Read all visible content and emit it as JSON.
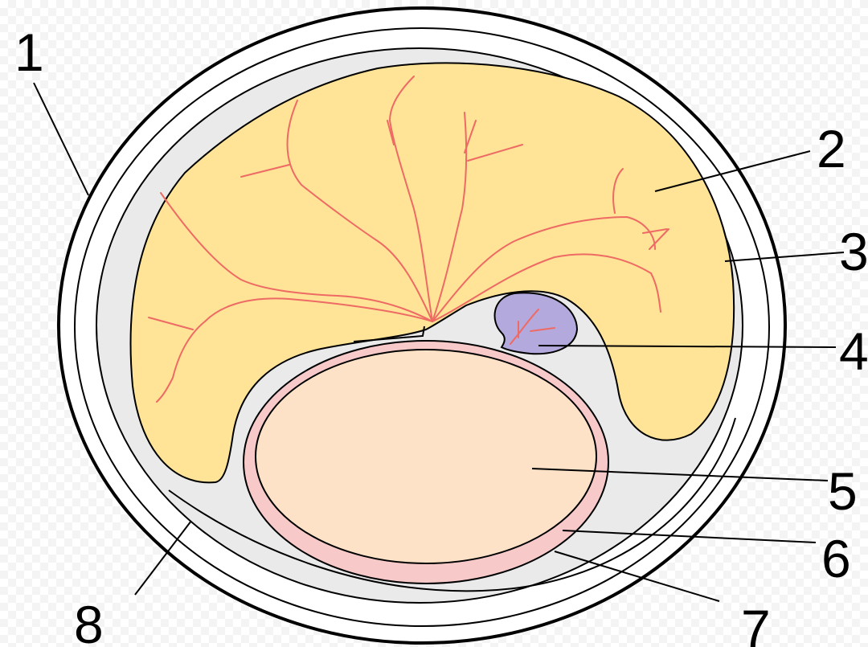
{
  "labels": [
    {
      "id": "1",
      "text": "1"
    },
    {
      "id": "2",
      "text": "2"
    },
    {
      "id": "3",
      "text": "3"
    },
    {
      "id": "4",
      "text": "4"
    },
    {
      "id": "5",
      "text": "5"
    },
    {
      "id": "6",
      "text": "6"
    },
    {
      "id": "7",
      "text": "7"
    },
    {
      "id": "8",
      "text": "8"
    }
  ],
  "colors": {
    "outer_ring": "#ffffff",
    "inner_fluid": "#eaeaea",
    "brain": "#ffe396",
    "vessels": "#ee6a64",
    "small_body": "#b4a9dc",
    "large_body": "#fde2c8",
    "large_body_rim": "#f7c9c8",
    "outline": "#000000"
  }
}
